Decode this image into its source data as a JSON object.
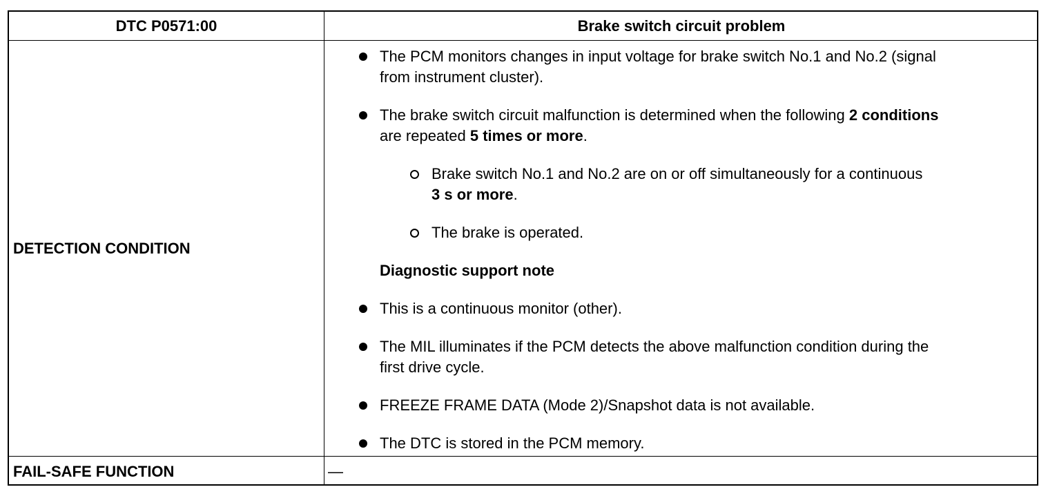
{
  "table": {
    "header": {
      "code": "DTC P0571:00",
      "title": "Brake switch circuit problem"
    },
    "detection": {
      "label": "DETECTION CONDITION",
      "items": [
        {
          "line1": "The PCM monitors changes in input voltage for brake switch No.1 and No.2 (signal",
          "line2": "from instrument cluster)."
        },
        {
          "line1_pre": "The brake switch circuit malfunction is determined when the following ",
          "line1_bold": "2 conditions",
          "line2_pre": "are repeated ",
          "line2_bold": "5 times or more",
          "line2_post": "."
        }
      ],
      "sub_items": [
        {
          "line1": "Brake switch No.1 and No.2 are on or off simultaneously for a continuous",
          "line2_bold": "3 s or more",
          "line2_post": "."
        },
        {
          "line1": "The brake is operated."
        }
      ],
      "note_heading": "Diagnostic support note",
      "notes": [
        {
          "line1": "This is a continuous monitor (other)."
        },
        {
          "line1": "The MIL illuminates if the PCM detects the above malfunction condition during the",
          "line2": "first drive cycle."
        },
        {
          "line1": "FREEZE FRAME DATA (Mode 2)/Snapshot data is not available."
        },
        {
          "line1": "The DTC is stored in the PCM memory."
        }
      ]
    },
    "failsafe": {
      "label": "FAIL-SAFE FUNCTION",
      "value": "—"
    }
  }
}
